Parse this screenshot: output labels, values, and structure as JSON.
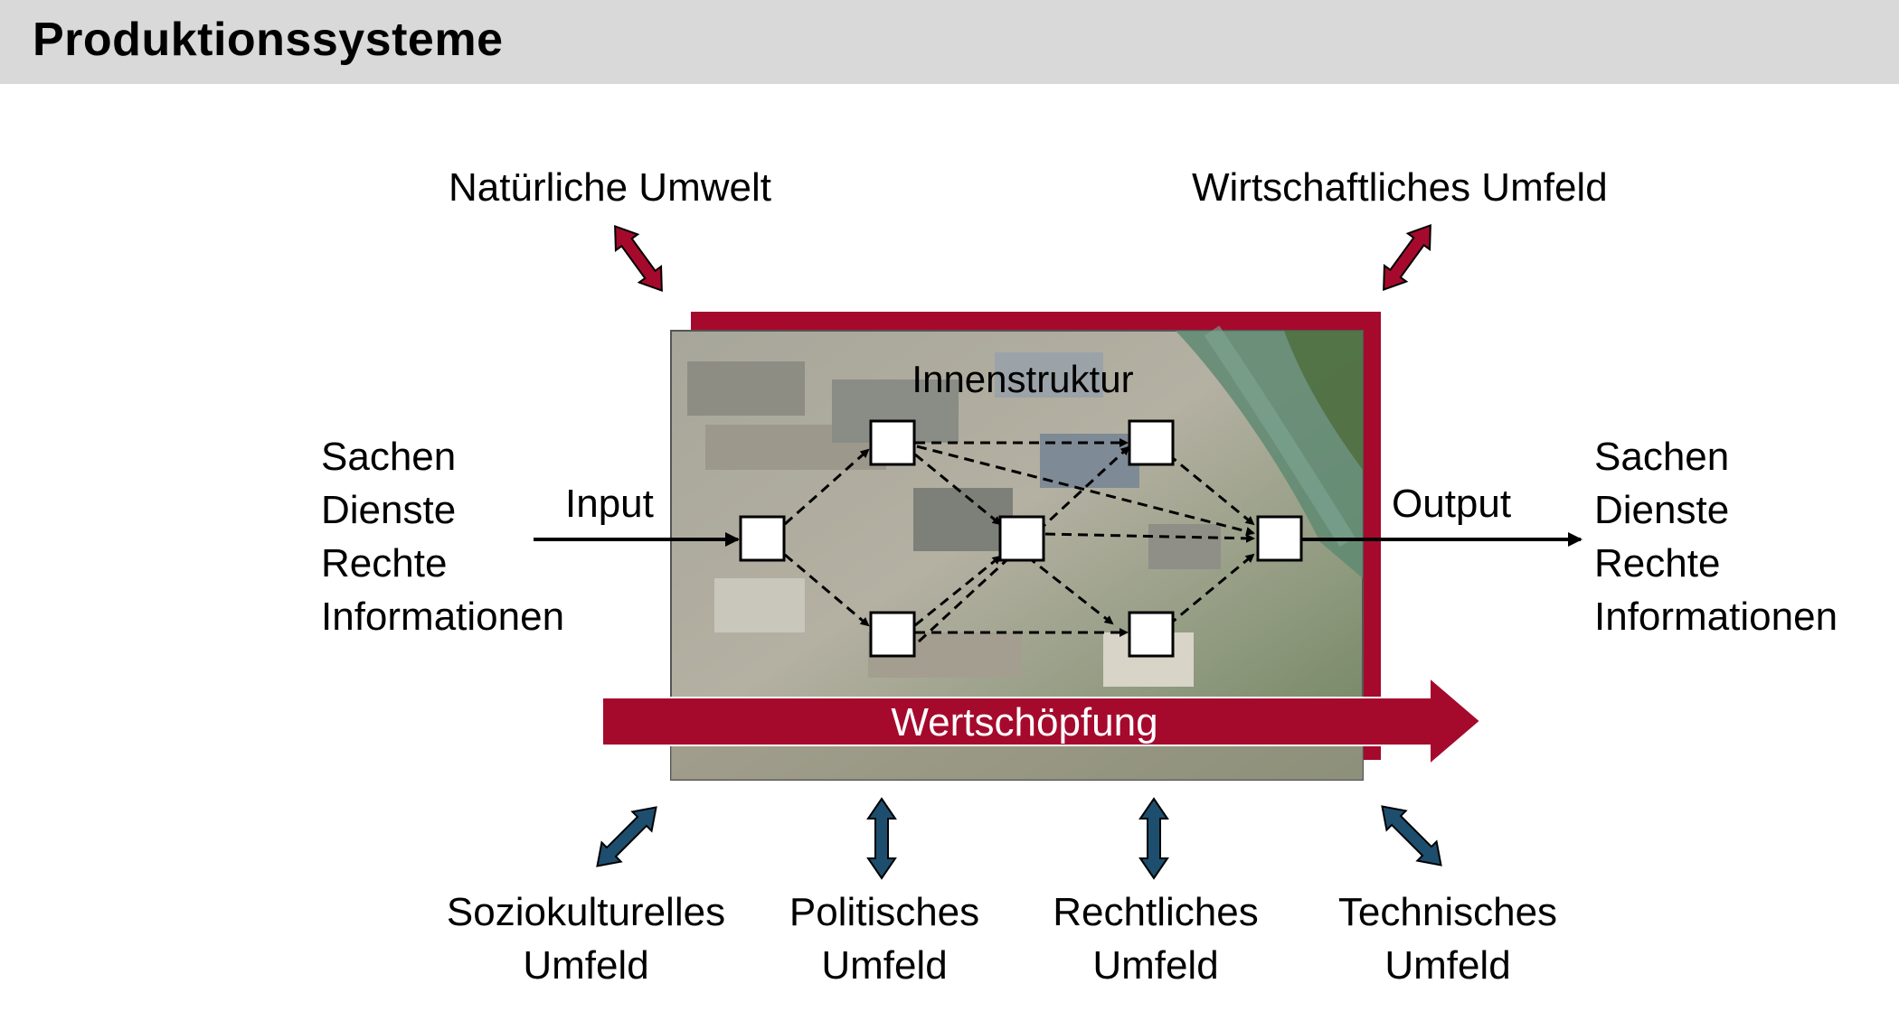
{
  "header": {
    "title": "Produktionssysteme"
  },
  "colors": {
    "accent_red": "#a50a2d",
    "accent_blue": "#1d4e6e",
    "header_bg": "#d9d9d9"
  },
  "environment": {
    "natural": "Natürliche Umwelt",
    "economic": "Wirtschaftliches Umfeld",
    "sociocultural": [
      "Soziokulturelles",
      "Umfeld"
    ],
    "political": [
      "Politisches",
      "Umfeld"
    ],
    "legal": [
      "Rechtliches",
      "Umfeld"
    ],
    "technical": [
      "Technisches",
      "Umfeld"
    ]
  },
  "input": {
    "label": "Input",
    "items": [
      "Sachen",
      "Dienste",
      "Rechte",
      "Informationen"
    ]
  },
  "output": {
    "label": "Output",
    "items": [
      "Sachen",
      "Dienste",
      "Rechte",
      "Informationen"
    ]
  },
  "system": {
    "inner_label": "Innenstruktur",
    "value_label": "Wertschöpfung"
  }
}
